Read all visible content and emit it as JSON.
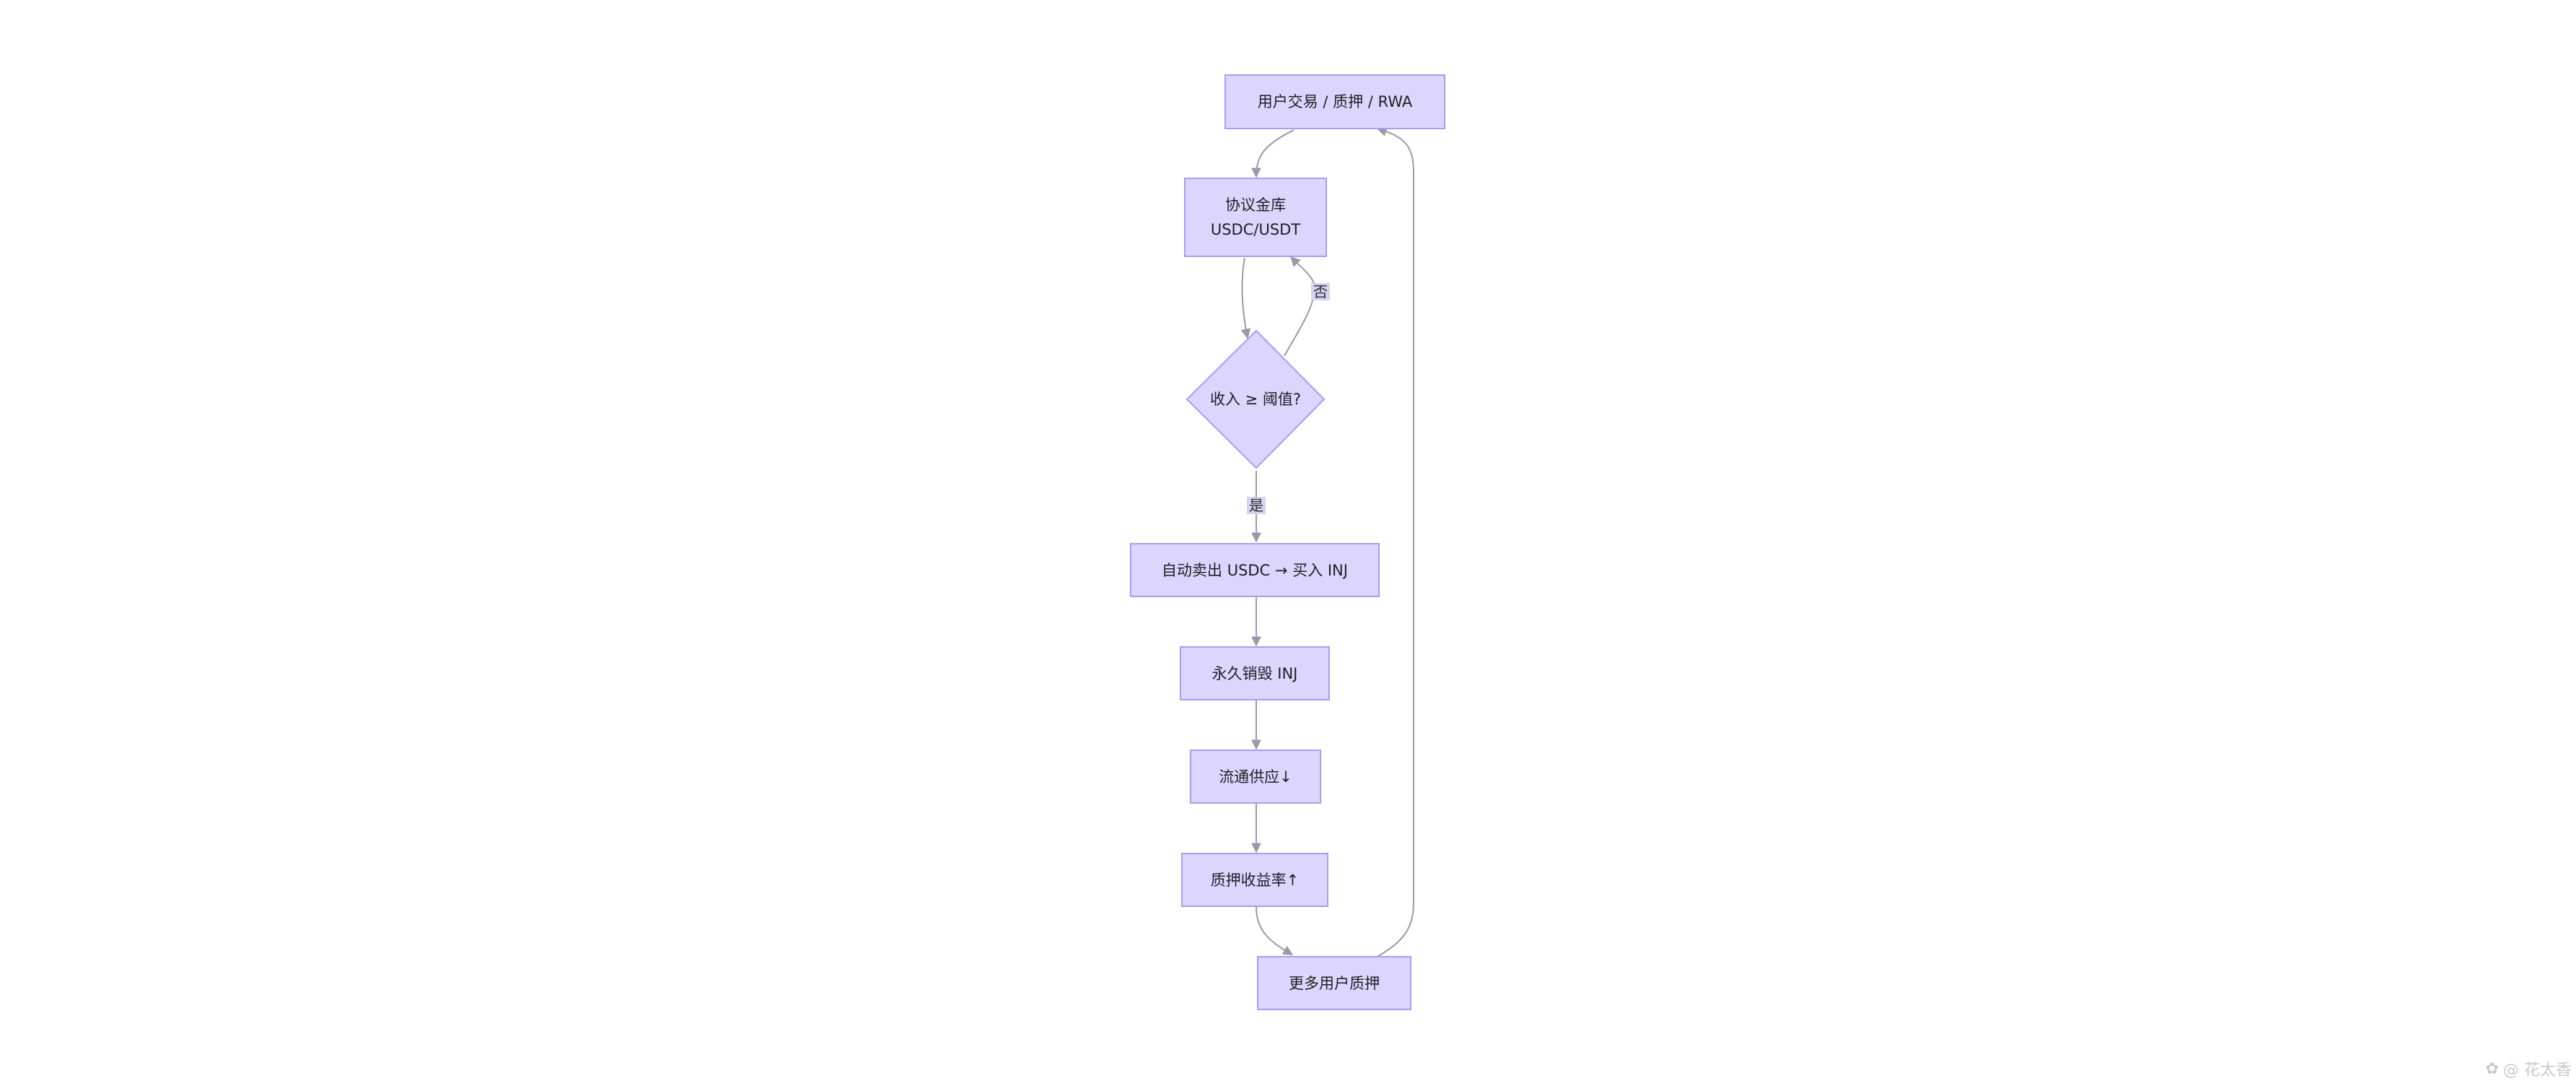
{
  "diagram": {
    "nodes": {
      "user_activity": "用户交易 / 质押 / RWA",
      "vault_line1": "协议金库",
      "vault_line2": "USDC/USDT",
      "decision": "收入 ≥ 阈值?",
      "auto_swap": "自动卖出 USDC → 买入 INJ",
      "burn": "永久销毁 INJ",
      "supply": "流通供应↓",
      "staking_yield": "质押收益率↑",
      "more_stakers": "更多用户质押"
    },
    "edge_labels": {
      "no": "否",
      "yes": "是"
    }
  },
  "watermark": {
    "text": "@ 花太香",
    "icon": "gear-flower-icon"
  },
  "colors": {
    "node_fill": "#dcd6ff",
    "node_border": "#a89cf0",
    "edge_stroke": "#9a9aa8",
    "label_bg": "#d5d2ef"
  }
}
